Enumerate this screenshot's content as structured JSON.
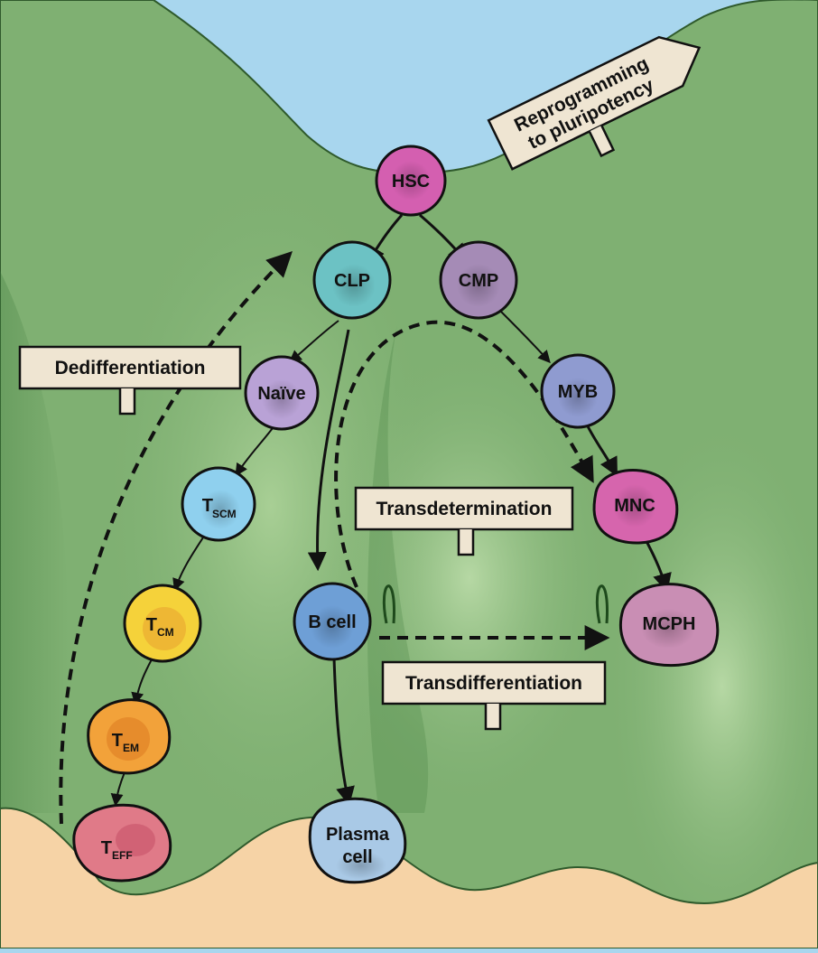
{
  "cells": {
    "hsc": {
      "label": "HSC",
      "color": "#d45fb0"
    },
    "clp": {
      "label": "CLP",
      "color": "#6cc2c4"
    },
    "cmp": {
      "label": "CMP",
      "color": "#a58bb6"
    },
    "naive": {
      "label": "Naïve",
      "color": "#b9a2d6"
    },
    "myb": {
      "label": "MYB",
      "color": "#8f9bd0"
    },
    "tscm": {
      "main": "T",
      "sub": "SCM",
      "color": "#8fd0ee"
    },
    "mnc": {
      "label": "MNC",
      "color": "#d665ad"
    },
    "bcell": {
      "label": "B cell",
      "color": "#6e9fd6"
    },
    "mcph": {
      "label": "MCPH",
      "color": "#c98eb4"
    },
    "tcm": {
      "main": "T",
      "sub": "CM",
      "color": "#f5d23a"
    },
    "tem": {
      "main": "T",
      "sub": "EM",
      "color": "#f2a23a"
    },
    "teff": {
      "main": "T",
      "sub": "EFF",
      "color": "#e07a88"
    },
    "plasma": {
      "line1": "Plasma",
      "line2": "cell",
      "color": "#a9c9e6"
    }
  },
  "labels": {
    "reprogramming_line1": "Reprogramming",
    "reprogramming_line2": "to pluripotency",
    "dedifferentiation": "Dedifferentiation",
    "transdetermination": "Transdetermination",
    "transdifferentiation": "Transdifferentiation"
  },
  "colors": {
    "sky": "#a8d6ee",
    "hill": "#7fb072",
    "hill_dark": "#4e8648",
    "ground": "#f6d3a6",
    "label_box": "#efe5d2"
  }
}
